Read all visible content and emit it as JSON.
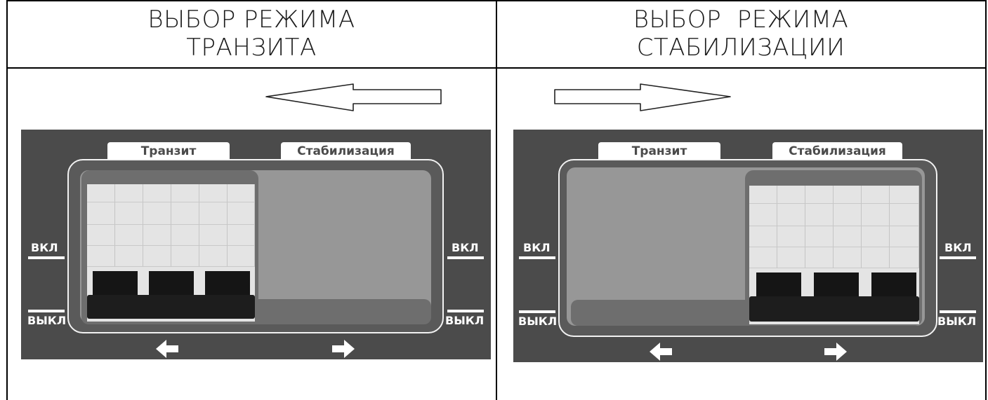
{
  "headers": {
    "left": {
      "line1": "ВЫБОР РЕЖИМА",
      "line2": "ТРАНЗИТА"
    },
    "right": {
      "line1": "ВЫБОР  РЕЖИМА",
      "line2": "СТАБИЛИЗАЦИИ"
    }
  },
  "panel_left": {
    "tab_transit": "Транзит",
    "tab_stabilization": "Стабилизация",
    "label_on_left": "ВКЛ",
    "label_off_left": "ВЫКЛ",
    "label_on_right": "ВКЛ",
    "label_off_right": "ВЫКЛ",
    "selected_mode": "Транзит"
  },
  "panel_right": {
    "tab_transit": "Транзит",
    "tab_stabilization": "Стабилизация",
    "label_on_left": "ВКЛ",
    "label_off_left": "ВЫКЛ",
    "label_on_right": "ВКЛ",
    "label_off_right": "ВЫКЛ",
    "selected_mode": "Стабилизация"
  },
  "colors": {
    "panel": "#4b4b4b",
    "window": "#979797",
    "breaker": "#e4e4e4",
    "lever": "#151515"
  },
  "icons": [
    "arrow-left-outline-icon",
    "arrow-right-outline-icon",
    "arrow-left-icon",
    "arrow-right-icon"
  ]
}
